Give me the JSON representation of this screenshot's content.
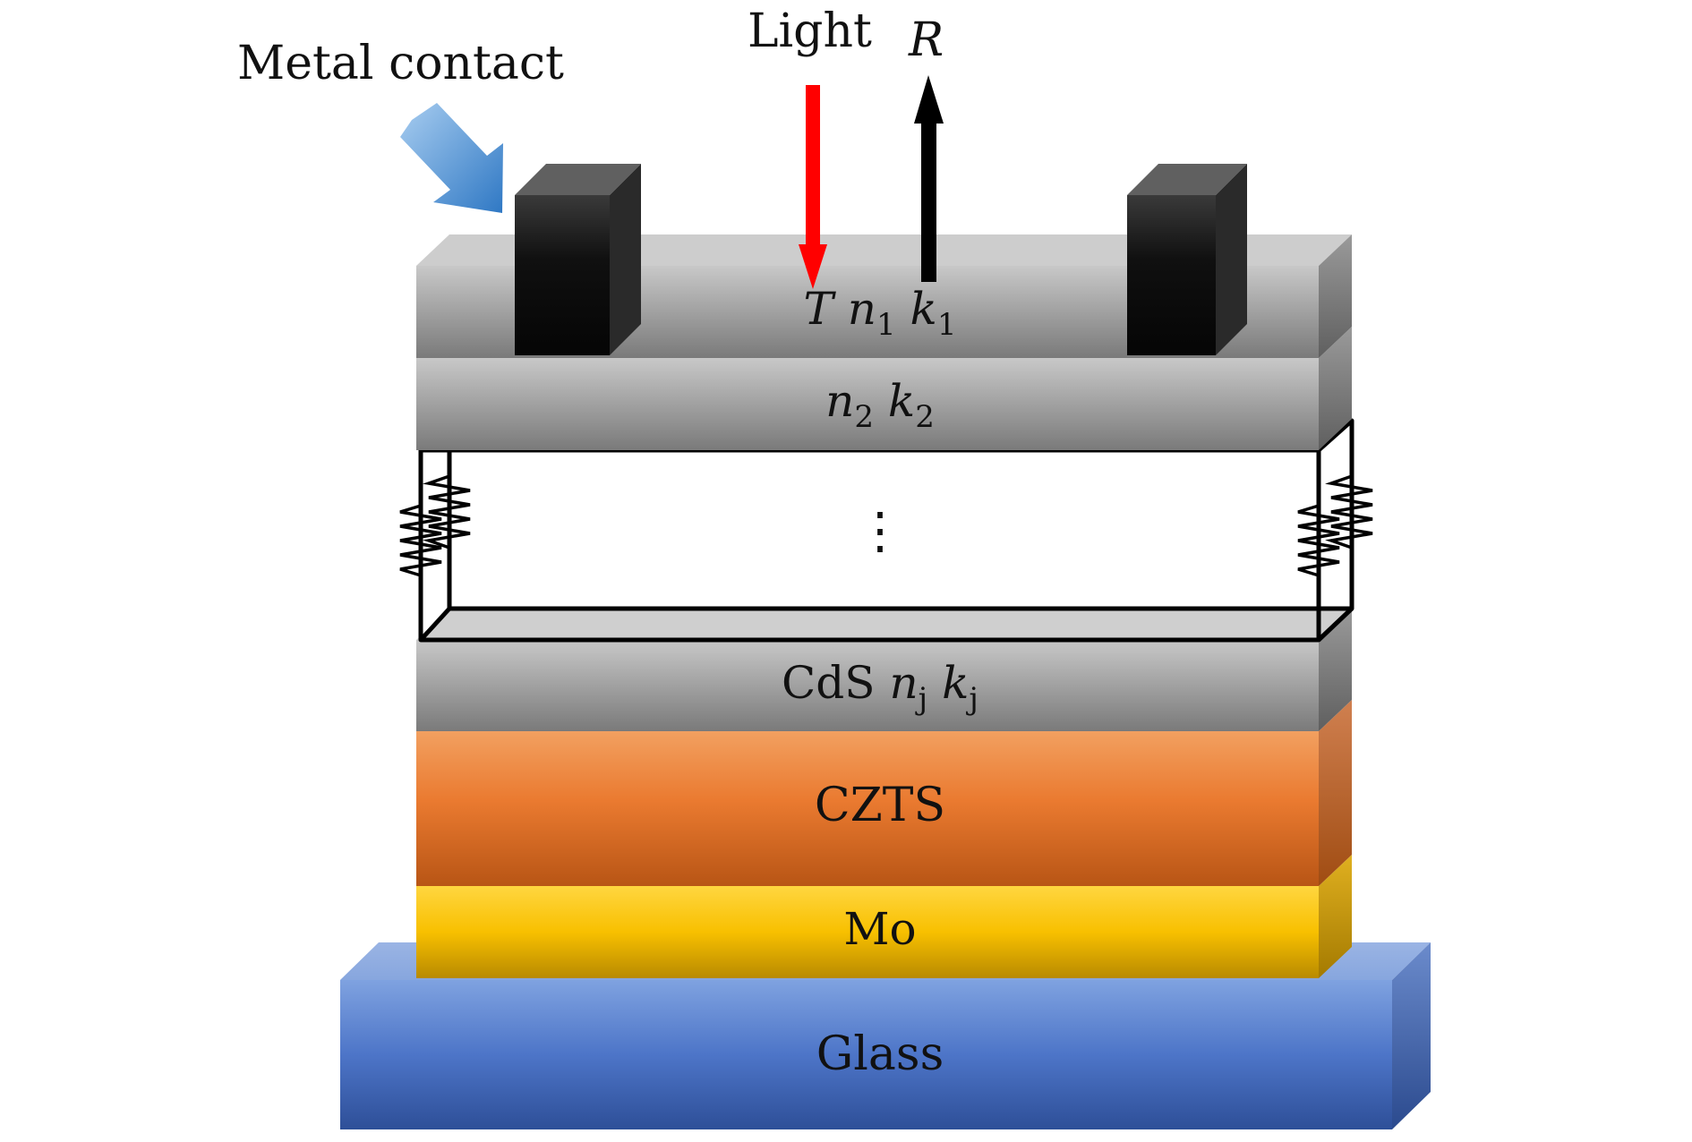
{
  "labels": {
    "metal_contact": "Metal contact",
    "light": "Light",
    "reflected": "R",
    "transmitted": "T",
    "dots": "⋮"
  },
  "layers": {
    "top": {
      "n": "n",
      "n_sub": "1",
      "k": "k",
      "k_sub": "1"
    },
    "second": {
      "n": "n",
      "n_sub": "2",
      "k": "k",
      "k_sub": "2"
    },
    "cds": {
      "name": "CdS",
      "n": "n",
      "n_sub": "j",
      "k": "k",
      "k_sub": "j"
    },
    "czts": {
      "name": "CZTS"
    },
    "mo": {
      "name": "Mo"
    },
    "glass": {
      "name": "Glass"
    }
  },
  "colors": {
    "gray_layer": "#9a9a9a",
    "czts": "#e8783a",
    "mo": "#f5c000",
    "glass": "#4f78c8",
    "light_arrow": "#ff0000",
    "reflect_arrow": "#000000",
    "contact_pointer": "#4a8fd0",
    "metal_contact": "#111111"
  },
  "icons": {
    "light_arrow": "arrow-down-icon",
    "reflect_arrow": "arrow-up-icon",
    "pointer": "arrow-pointer-icon",
    "spring": "zigzag-spring-icon"
  }
}
